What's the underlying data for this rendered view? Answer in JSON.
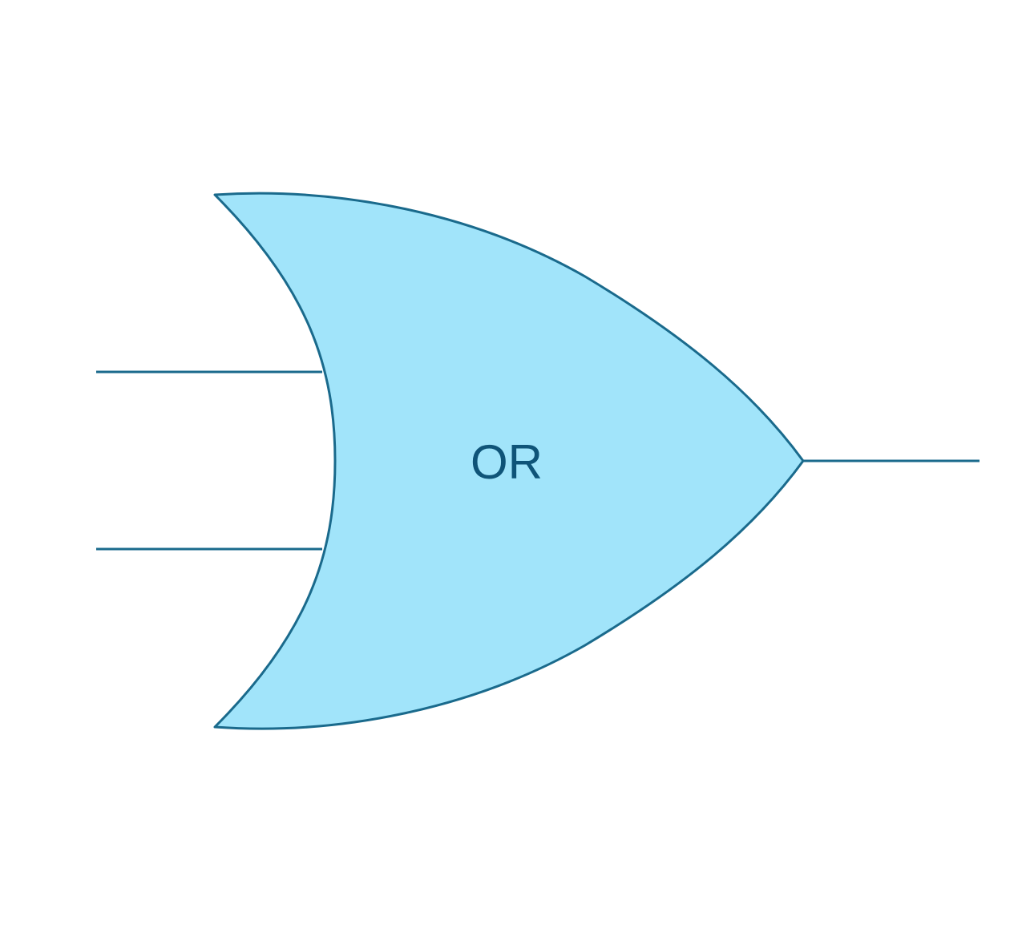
{
  "gate": {
    "label": "OR",
    "type": "or",
    "inputs": 2,
    "outputs": 1
  },
  "colors": {
    "background": "#ffffff",
    "fill": "#a1e4fa",
    "stroke": "#1a6a8c",
    "label": "#0f5478"
  }
}
